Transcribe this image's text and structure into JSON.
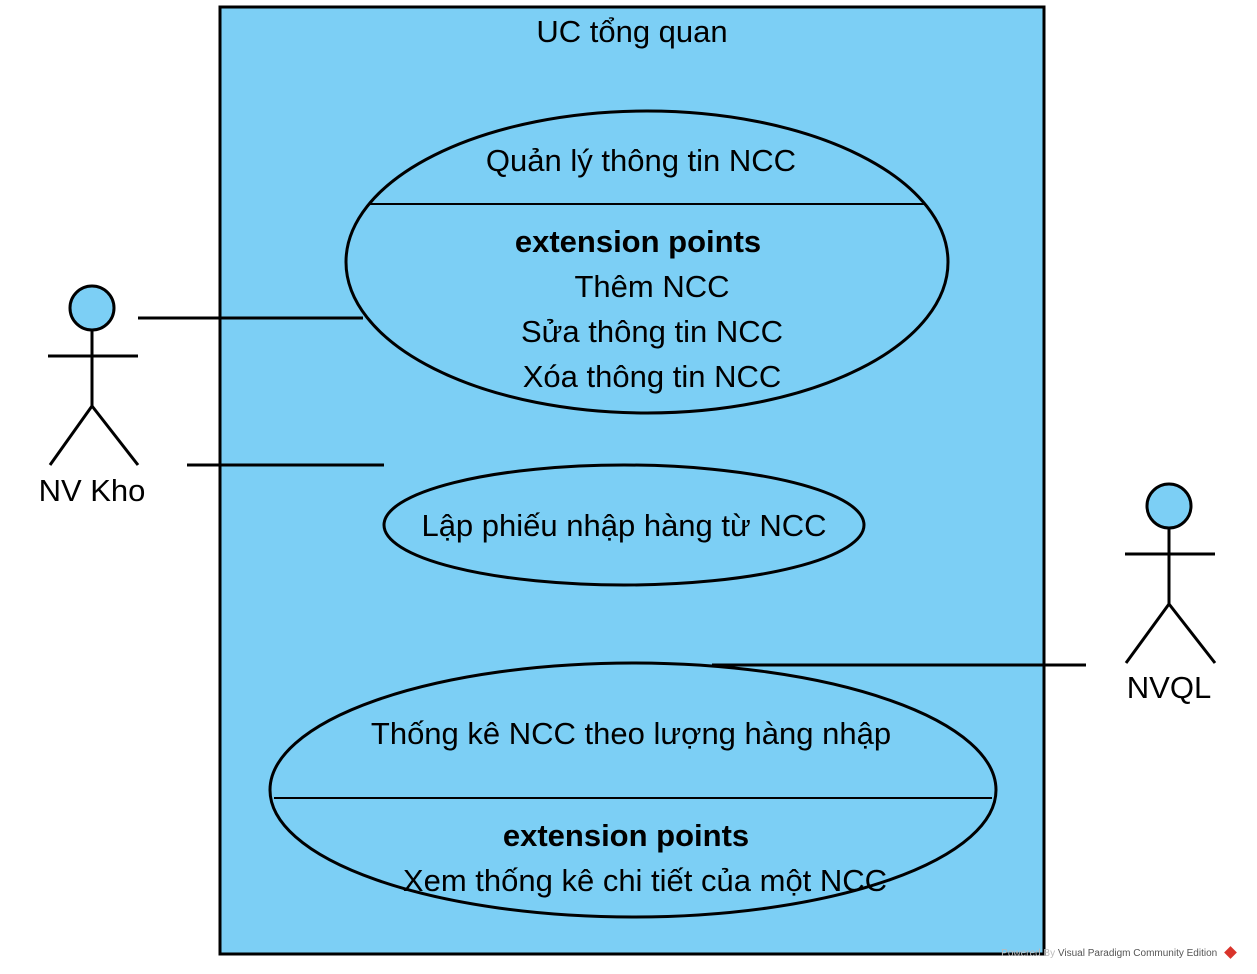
{
  "system": {
    "title": "UC tổng quan",
    "fill_color": "#7ccff5"
  },
  "actors": {
    "nv_kho": {
      "name": "NV Kho"
    },
    "nvql": {
      "name": "NVQL"
    }
  },
  "use_cases": {
    "quan_ly_ncc": {
      "name": "Quản lý thông tin NCC",
      "ext_heading": "extension points",
      "ext_points": [
        "Thêm NCC",
        "Sửa thông tin NCC",
        "Xóa thông tin NCC"
      ]
    },
    "lap_phieu": {
      "name": "Lập phiếu nhập hàng từ NCC"
    },
    "thong_ke": {
      "name": "Thống kê NCC theo lượng hàng nhập",
      "ext_heading": "extension points",
      "ext_points": [
        "Xem thống kê chi tiết của một NCC"
      ]
    }
  },
  "watermark": {
    "prefix": "Powered By",
    "brand": "Visual Paradigm Community Edition",
    "icon": "visual-paradigm-logo-icon"
  },
  "colors": {
    "actor_head": "#7ccff5",
    "stroke": "#000000"
  }
}
